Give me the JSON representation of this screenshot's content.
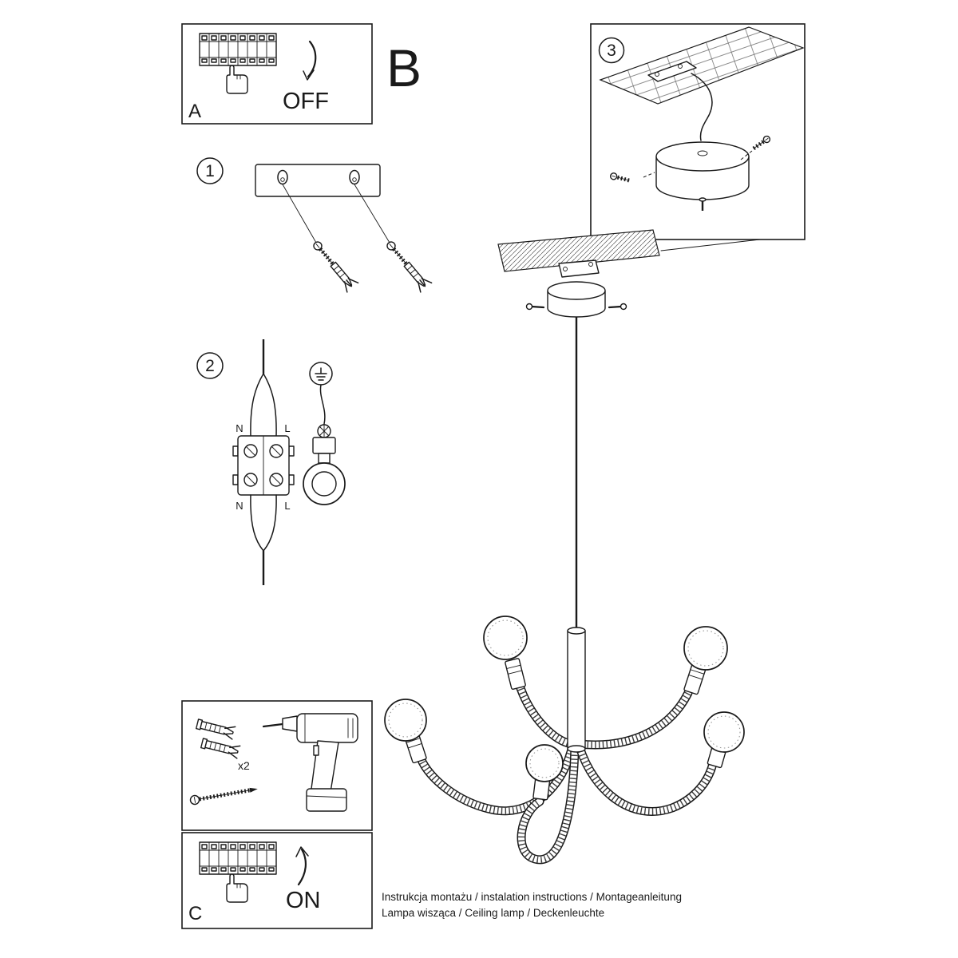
{
  "colors": {
    "ink": "#1a1a1a",
    "paper": "#ffffff"
  },
  "labels": {
    "panel_a": "A",
    "panel_b": "B",
    "panel_c": "C",
    "step_1": "1",
    "step_2": "2",
    "step_3": "3",
    "off": "OFF",
    "on": "ON",
    "anchors_qty": "x2",
    "wiring": {
      "top_n": "N",
      "top_l": "L",
      "bottom_n": "N",
      "bottom_l": "L"
    }
  },
  "footer": {
    "line1": "Instrukcja montażu / instalation instructions / Montageanleitung",
    "line2": "Lampa wisząca / Ceiling lamp / Deckenleuchte"
  }
}
